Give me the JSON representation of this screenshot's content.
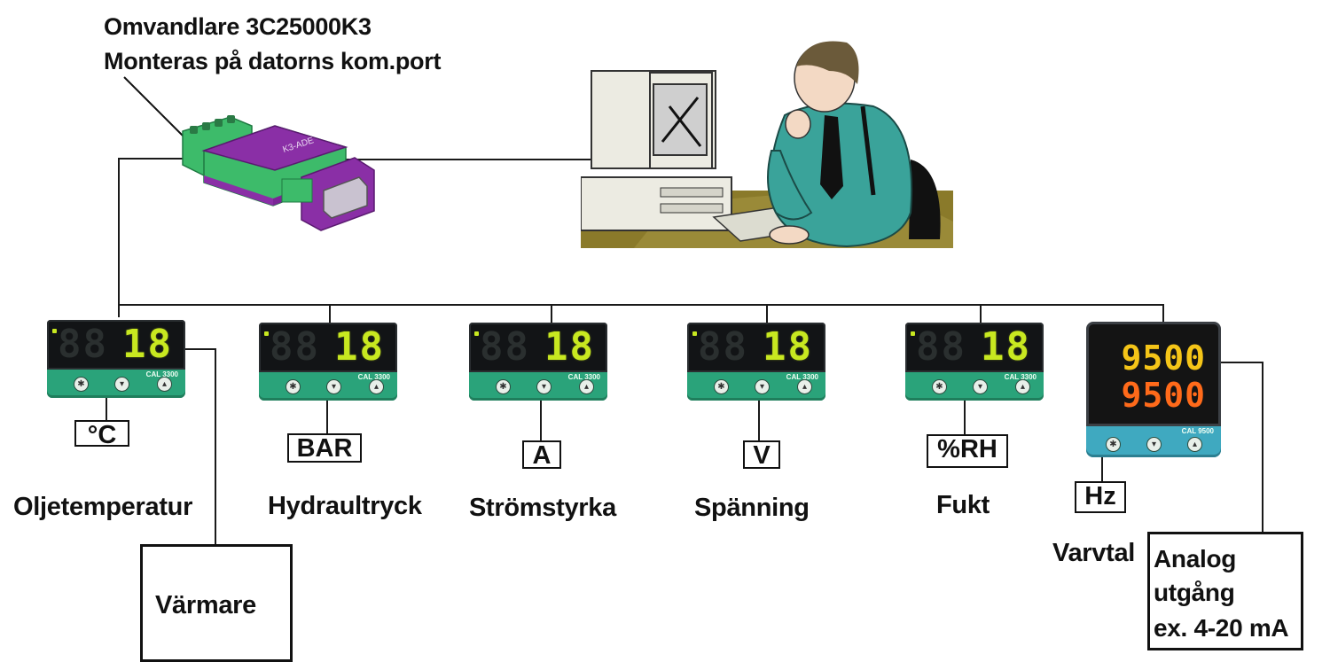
{
  "converter": {
    "title_line1": "Omvandlare 3C25000K3",
    "title_line2": "Monteras på datorns kom.port",
    "device_text": "K3-ADE"
  },
  "meters": [
    {
      "reading": "18",
      "model": "CAL 3300",
      "unit": "°C",
      "label": "Oljetemperatur"
    },
    {
      "reading": "18",
      "model": "CAL 3300",
      "unit": "BAR",
      "label": "Hydraultryck"
    },
    {
      "reading": "18",
      "model": "CAL 3300",
      "unit": "A",
      "label": "Strömstyrka"
    },
    {
      "reading": "18",
      "model": "CAL 3300",
      "unit": "V",
      "label": "Spänning"
    },
    {
      "reading": "18",
      "model": "CAL 3300",
      "unit": "%RH",
      "label": "Fukt"
    }
  ],
  "rpm_meter": {
    "reading_top": "9500",
    "reading_bottom": "9500",
    "model": "CAL 9500",
    "unit": "Hz",
    "label": "Varvtal"
  },
  "heater_box": "Värmare",
  "analog_box": {
    "line1": "Analog",
    "line2": "utgång",
    "line3": "ex. 4-20 mA"
  },
  "colors": {
    "lcd_green": "#c8e820",
    "meter_base": "#2aa37a",
    "rpm_top": "#f5c518",
    "rpm_bottom": "#ff6a1a",
    "rpm_base": "#3fa9c0",
    "adapter_green": "#3dbb6a",
    "adapter_purple": "#8a2fa6"
  }
}
